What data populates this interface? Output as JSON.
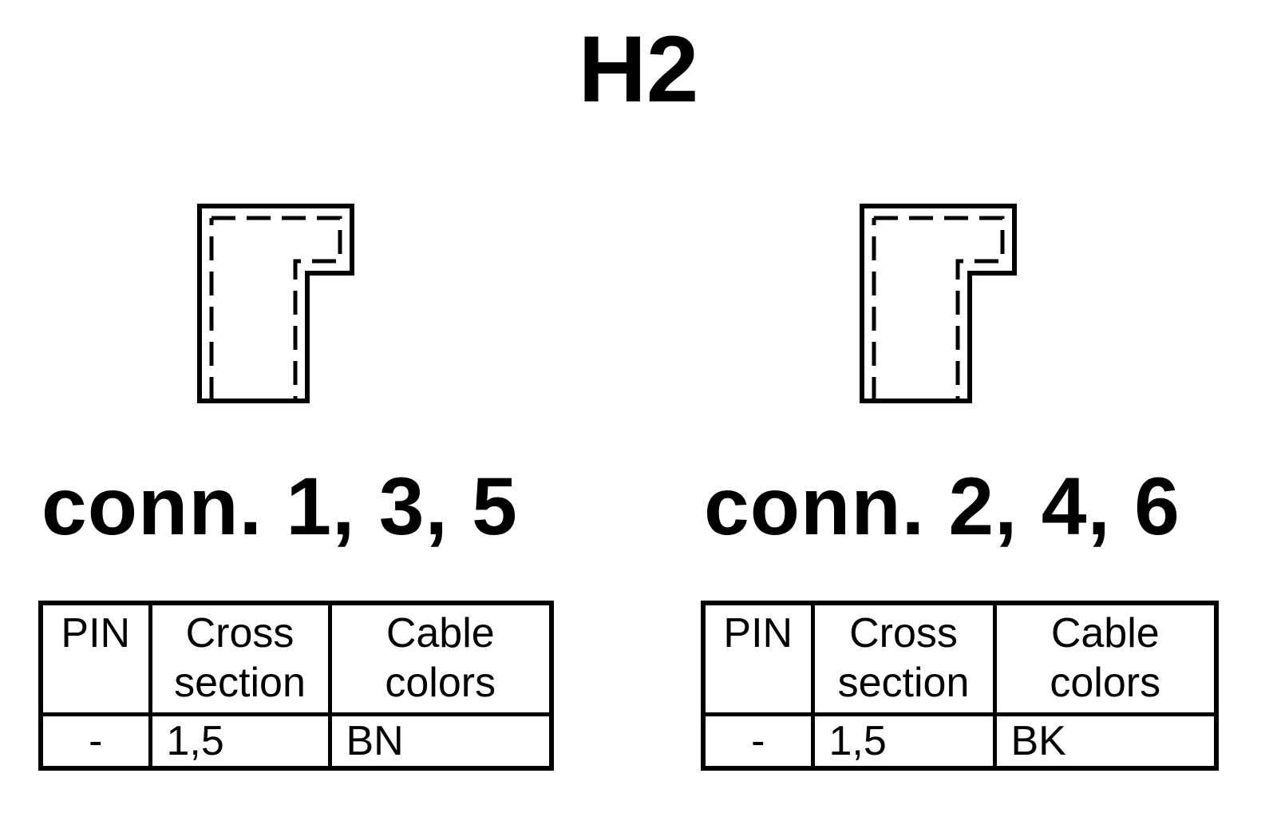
{
  "title": "H2",
  "groups": [
    {
      "label": "conn. 1, 3, 5",
      "table": {
        "headers": [
          "PIN",
          "Cross section",
          "Cable colors"
        ],
        "rows": [
          [
            "-",
            "1,5",
            "BN"
          ]
        ]
      }
    },
    {
      "label": "conn. 2, 4, 6",
      "table": {
        "headers": [
          "PIN",
          "Cross section",
          "Cable colors"
        ],
        "rows": [
          [
            "-",
            "1,5",
            "BK"
          ]
        ]
      }
    }
  ]
}
